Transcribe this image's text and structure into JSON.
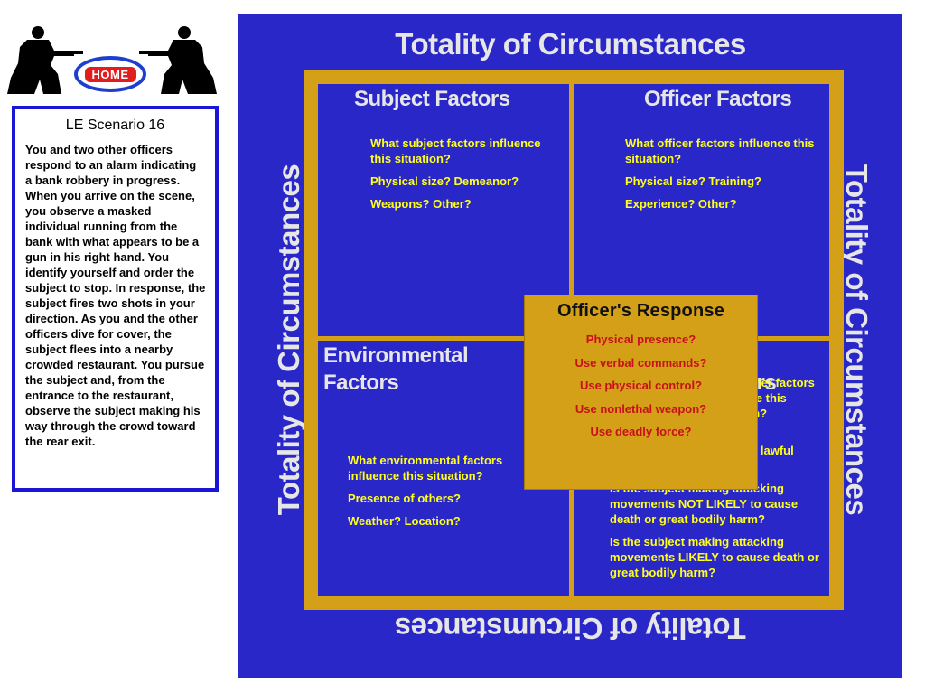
{
  "header": {
    "home_label": "HOME"
  },
  "scenario": {
    "title": "LE Scenario 16",
    "text": "You and two other officers respond to an alarm indicating a bank robbery in progress. When you arrive on the scene, you observe a masked individual running from the bank with what appears to be a gun in his right hand. You identify yourself and order the subject to stop. In response, the subject fires two shots in your direction. As you and the other officers dive for cover, the subject flees into a nearby crowded restaurant. You pursue the subject and, from the entrance to the restaurant, observe the subject making his way through the crowd toward the rear exit."
  },
  "diagram": {
    "title": "Totality of Circumstances",
    "subject": {
      "heading": "Subject Factors",
      "items": [
        "What subject factors influence this situation?",
        "Physical size? Demeanor?",
        "Weapons? Other?"
      ]
    },
    "officer": {
      "heading": "Officer Factors",
      "items": [
        "What officer factors influence this situation?",
        "Physical size? Training?",
        "Experience? Other?"
      ]
    },
    "environmental": {
      "heading_line1": "Environmental",
      "heading_line2": "Factors",
      "items": [
        "What environmental factors influence this situation?",
        "Presence of others?",
        "Weather? Location?"
      ]
    },
    "other": {
      "heading": "Other Factors",
      "intro": "What other factors influence this situation?",
      "items": [
        "Is the subject resisting my lawful authority?",
        "Is the subject making attacking movements NOT LIKELY to cause death or great bodily harm?",
        "Is the subject making attacking movements LIKELY to cause death or great bodily harm?"
      ]
    },
    "response": {
      "heading": "Officer's Response",
      "items": [
        "Physical presence?",
        "Use verbal commands?",
        "Use physical control?",
        "Use nonlethal weapon?",
        "Use deadly force?"
      ]
    }
  },
  "colors": {
    "background_blue": "#2a27c8",
    "frame_gold": "#d4a017",
    "yellow_text": "#ffff1a",
    "red_text": "#c8101a"
  }
}
